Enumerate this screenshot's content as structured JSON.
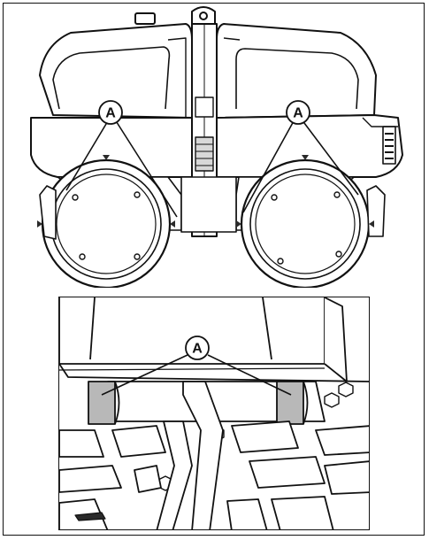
{
  "callouts": {
    "upper_left": "A",
    "upper_right": "A",
    "detail": "A"
  },
  "colors": {
    "line": "#111111",
    "fill_light": "#ffffff",
    "fill_gray": "#b8b8b8",
    "fill_dark": "#2a2a2a"
  }
}
